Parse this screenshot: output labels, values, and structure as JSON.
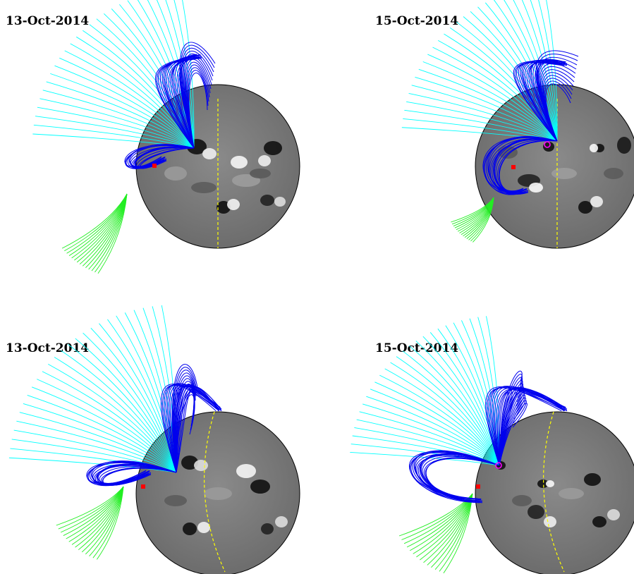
{
  "panels": [
    {
      "title": "13-Oct-2014",
      "view": "disk-centre",
      "tilted_meridian": false
    },
    {
      "title": "15-Oct-2014",
      "view": "disk-centre",
      "tilted_meridian": false
    },
    {
      "title": "13-Oct-2014",
      "view": "tilted",
      "tilted_meridian": true
    },
    {
      "title": "15-Oct-2014",
      "view": "tilted",
      "tilted_meridian": true
    }
  ],
  "colors": {
    "background": "#ffffff",
    "disk_fill": "#808080",
    "disk_outline": "#000000",
    "central_meridian": "#ffff00",
    "closed_field_lines": "#0000ee",
    "open_field_lines_cyan": "#00ffff",
    "open_field_lines_green": "#22ee22",
    "flare_marker": "#ff0000",
    "source_marker": "#ff00ff"
  },
  "icons": [
    "flare-marker-icon",
    "source-marker-icon"
  ]
}
